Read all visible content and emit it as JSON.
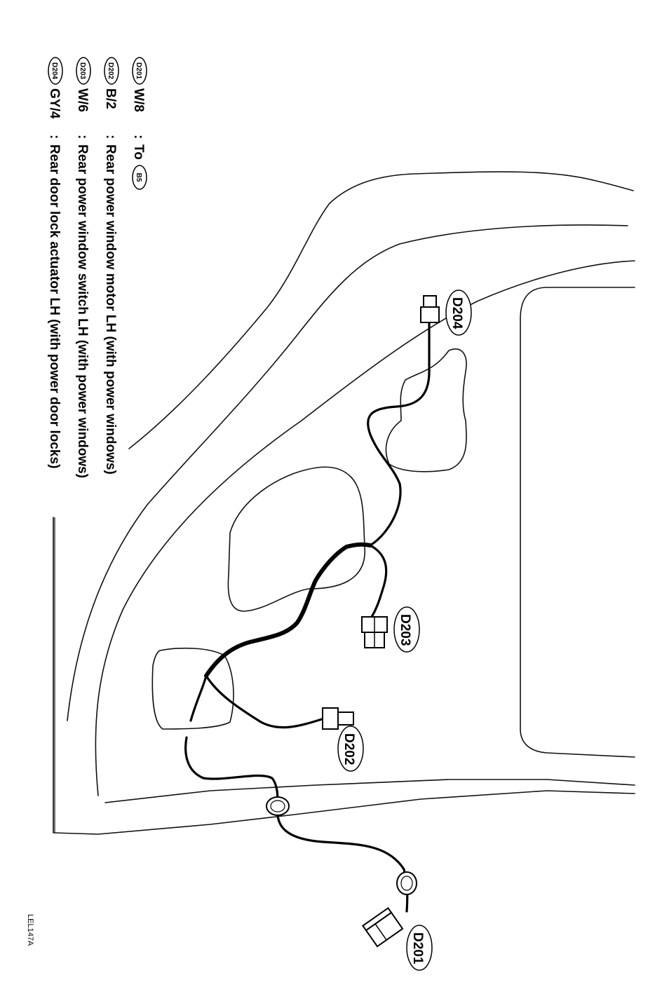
{
  "legend": [
    {
      "tag": "D201",
      "wire": "W/8",
      "desc_prefix": "To",
      "desc_ref": "B5"
    },
    {
      "tag": "D202",
      "wire": "B/2",
      "desc": "Rear power window motor LH (with power windows)"
    },
    {
      "tag": "D203",
      "wire": "W/6",
      "desc": "Rear power window switch LH (with power windows)"
    },
    {
      "tag": "D204",
      "wire": "GY/4",
      "desc": "Rear door lock actuator LH (with power door locks)"
    }
  ],
  "separator": ":",
  "connectors": {
    "d201": "D201",
    "d202": "D202",
    "d203": "D203",
    "d204": "D204"
  },
  "figure_code": "LEL147A"
}
